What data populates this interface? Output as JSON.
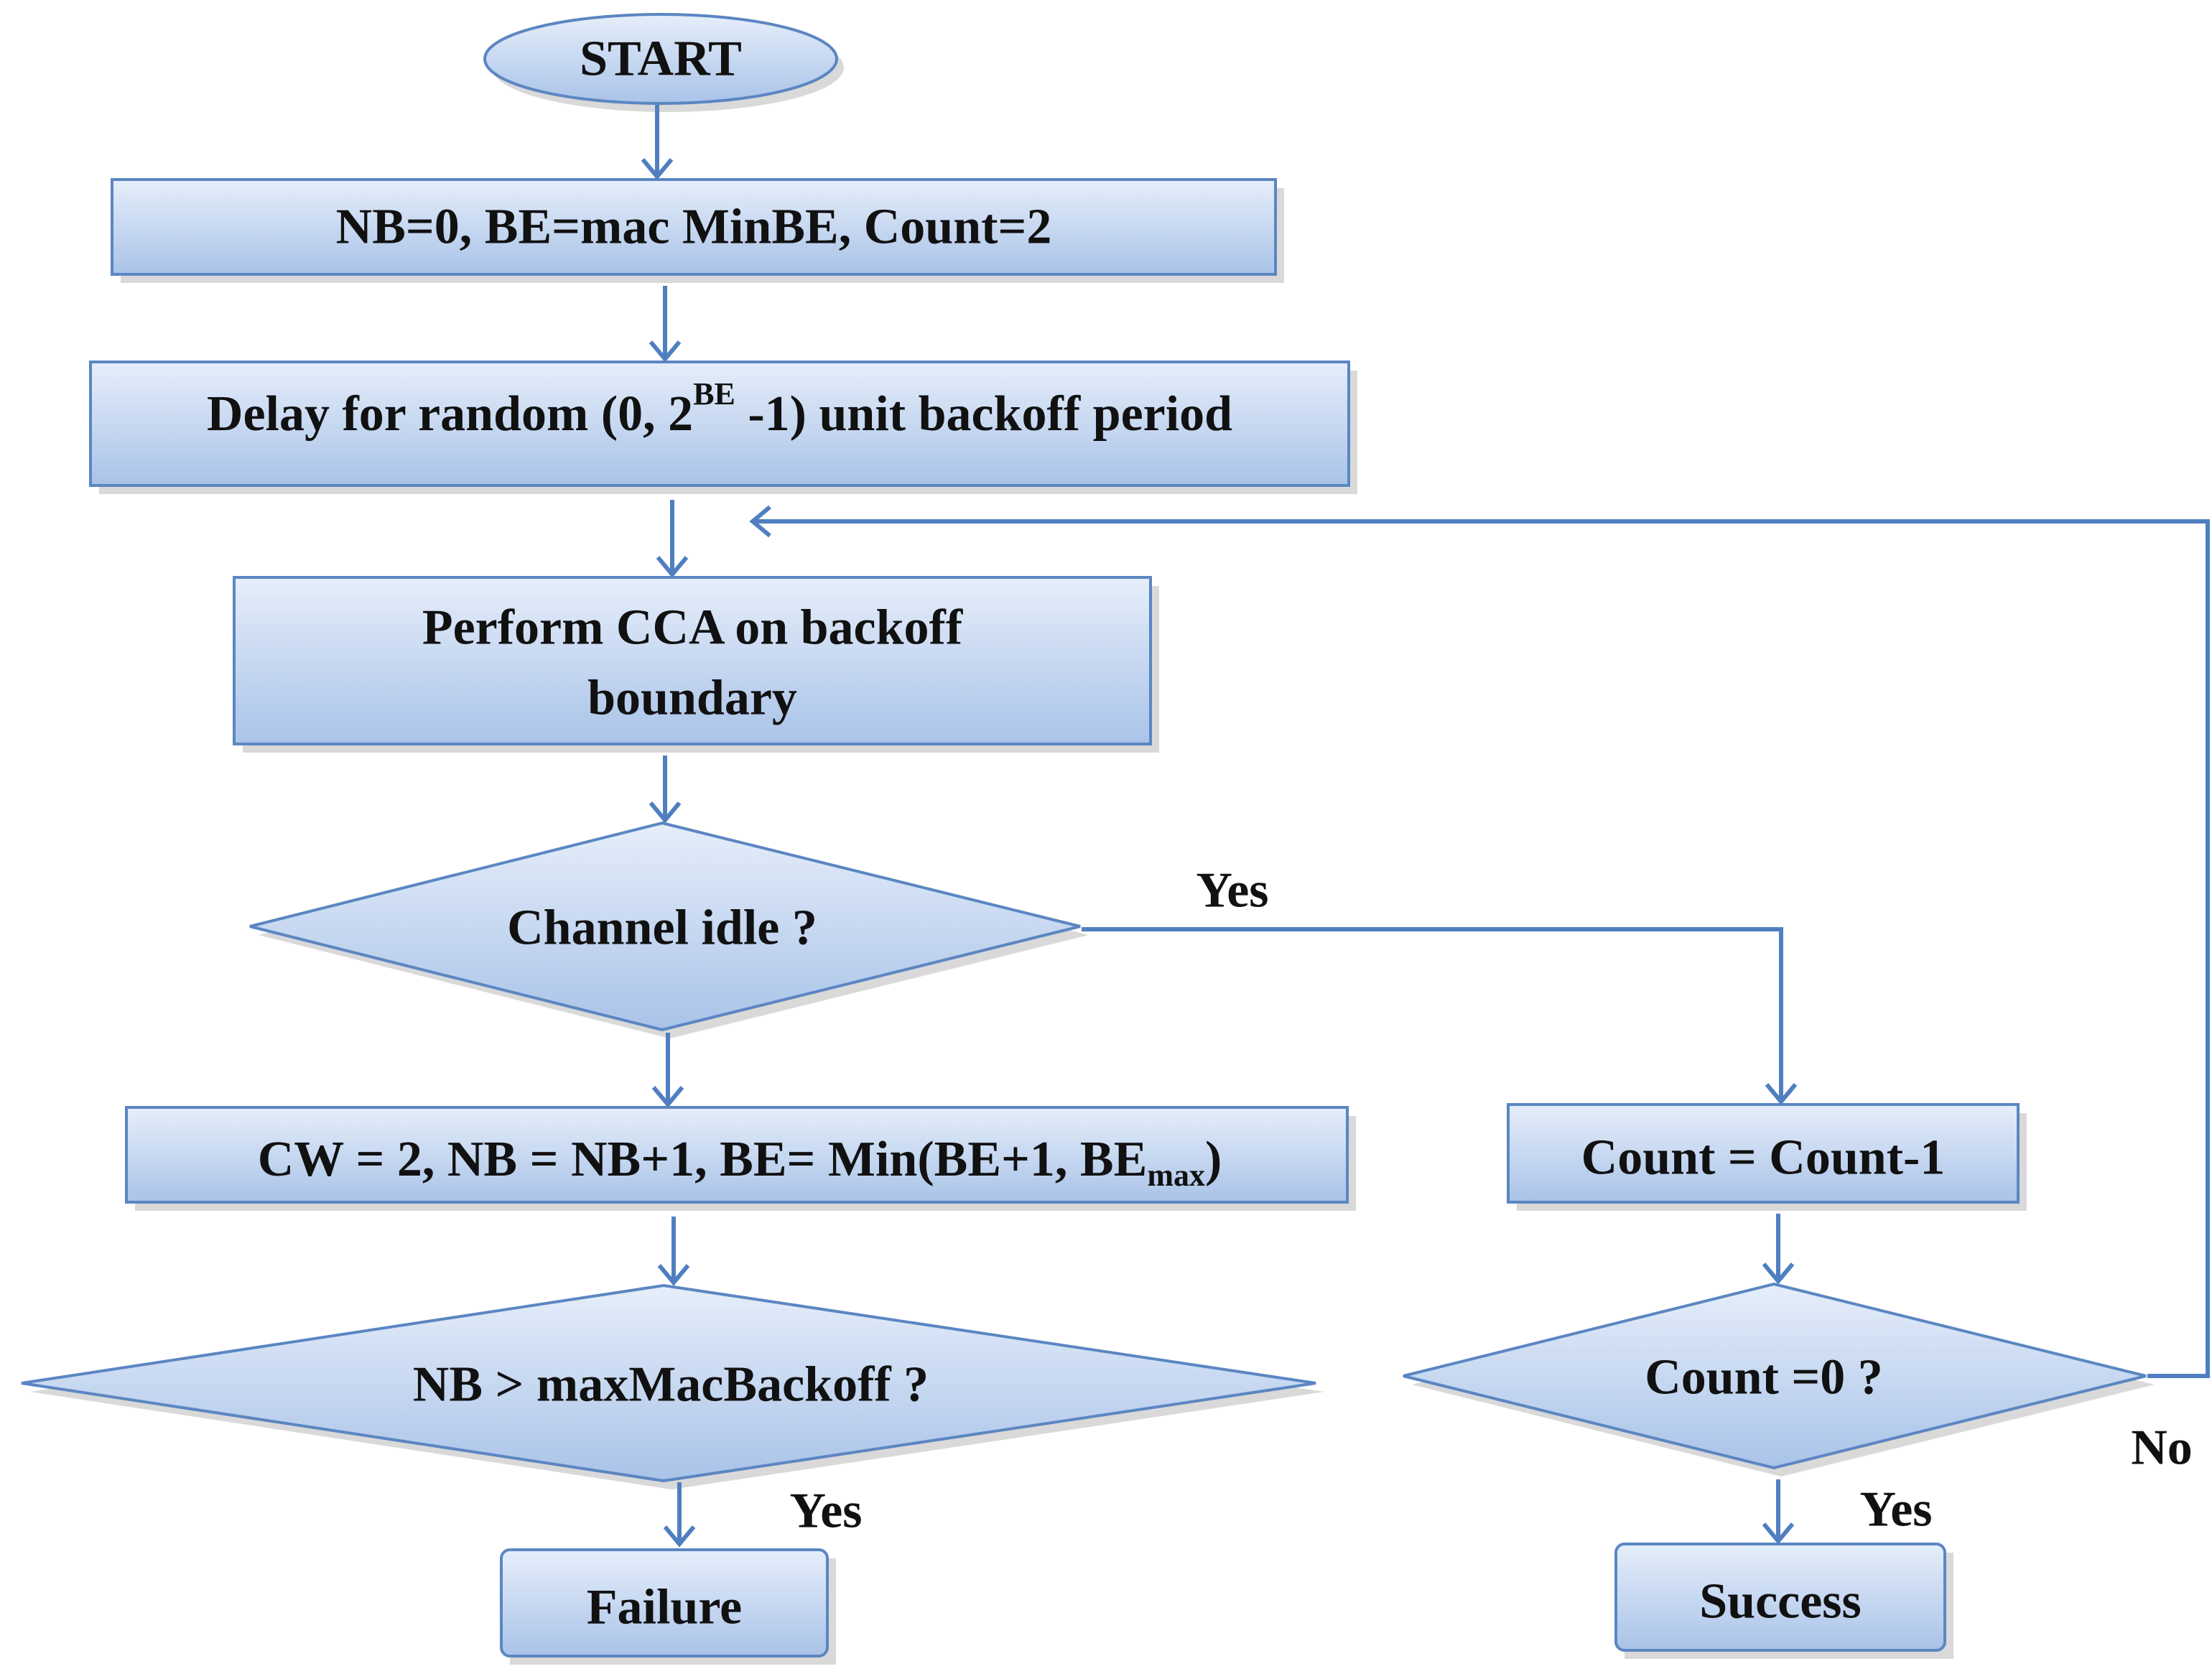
{
  "nodes": {
    "start": "START",
    "init": "NB=0, BE=mac MinBE, Count=2",
    "delay": {
      "before": "Delay for random (0, 2",
      "sup": "BE",
      "after": " -1) unit backoff period"
    },
    "cca": {
      "line1": "Perform CCA on backoff",
      "line2": "boundary"
    },
    "channel_idle": "Channel idle ?",
    "update": {
      "before": "CW = 2, NB = NB+1,  BE= Min(BE+1, BE",
      "sub": "max",
      "after": ")"
    },
    "nb_check": "NB > maxMacBackoff ?",
    "failure": "Failure",
    "count_dec": "Count = Count-1",
    "count_check": "Count =0 ?",
    "success": "Success"
  },
  "edge_labels": {
    "idle_yes": "Yes",
    "nb_yes": "Yes",
    "count_yes": "Yes",
    "count_no": "No"
  },
  "colors": {
    "box_top": "#e6eefa",
    "box_bottom": "#a9c3e8",
    "border": "#5b86c2",
    "arrow": "#4f7fc0"
  }
}
